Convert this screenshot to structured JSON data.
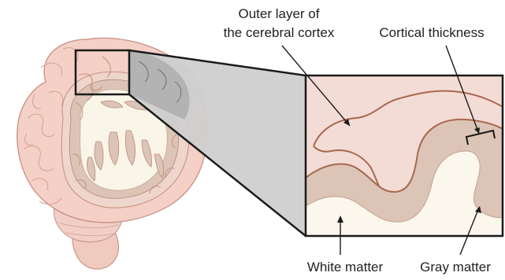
{
  "labels": {
    "outer_layer_line1": "Outer layer of",
    "outer_layer_line2": "the cerebral cortex",
    "cortical_thickness": "Cortical thickness",
    "white_matter": "White matter",
    "gray_matter": "Gray matter"
  },
  "colors": {
    "outer_cortex": "#f4dcd6",
    "gray_matter": "#d8c3b6",
    "white_matter": "#fbf7ec",
    "outline": "#a8684e",
    "zoom_cone": "#cfcfcf",
    "frame": "#1a1a1a"
  }
}
